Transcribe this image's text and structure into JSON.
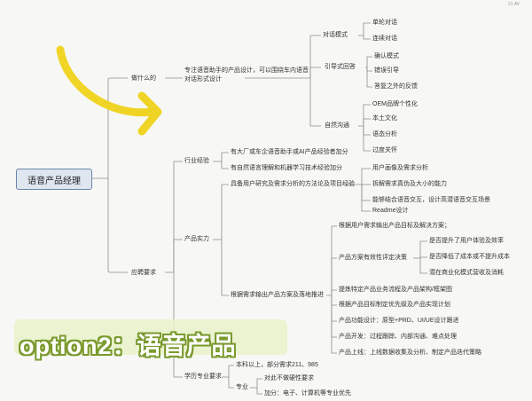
{
  "corner_label": "21 AV",
  "root": "语音产品经理",
  "branch1": {
    "label": "做什么的",
    "desc_line1": "专注语音助手的产品设计，可以围绕车内语音",
    "desc_line2": "对话形式设计",
    "groups": [
      {
        "label": "对话模式",
        "items": [
          "单轮对话",
          "连续对话"
        ]
      },
      {
        "label": "引导式回答",
        "items": [
          "确认模式",
          "错误引导",
          "答复之外的反馈"
        ]
      },
      {
        "label": "自然沟通",
        "items": [
          "OEM品牌个性化",
          "本土文化",
          "语态分析",
          "过度关怀"
        ]
      }
    ]
  },
  "branch2": {
    "label": "应聘要求",
    "industry": {
      "label": "行业经验",
      "items": [
        "有大厂或车企语音助手或AI产品经验者加分",
        "有自然语言理解和机器学习技术经验加分"
      ]
    },
    "ability": {
      "label": "产品实力",
      "analysis": "具备用户研究及需求分析的方法论及项目经验",
      "analysis_items": [
        "用户画像及需求分析",
        "拆解需求真伪及大小的能力",
        "能够结合语音交互，设计高潜语音交互场景",
        "Readme设计"
      ],
      "solution": "根据需求输出产品方案及落地推进",
      "solution_items": [
        "根据用户需求输出产品目标及解决方案；",
        "产品方案有效性评定决策",
        "提炼特定产品业务流程及产品架构/框架图",
        "根据产品目标制定优先级及产品实现计划",
        "产品功能设计：原型+PRD、UI/UE设计跟进",
        "产品开发：过程跟踪、内部沟通、难点处理",
        "产品上线：上线数据收集及分析、制定产品迭代策略"
      ],
      "decision_items": [
        "是否提升了用户体验及效率",
        "是否降低了成本或不提升成本",
        "潜在商业化模式营收及消耗"
      ]
    },
    "education": {
      "label": "学历专业要求",
      "degree": "本科以上，部分需求211、985",
      "major_label": "专业",
      "major_items": [
        "对此不做硬性要求",
        "加分：电子、计算机等专业优先"
      ]
    }
  },
  "caption": "option2：语音产品",
  "colors": {
    "line": "#8a8f86",
    "root_fill": "#dfe6f0",
    "root_border": "#6b86a8",
    "arrow": "#f0d31a",
    "caption_fill": "#e9f2c9",
    "caption_outline": "#7a9a2e"
  }
}
